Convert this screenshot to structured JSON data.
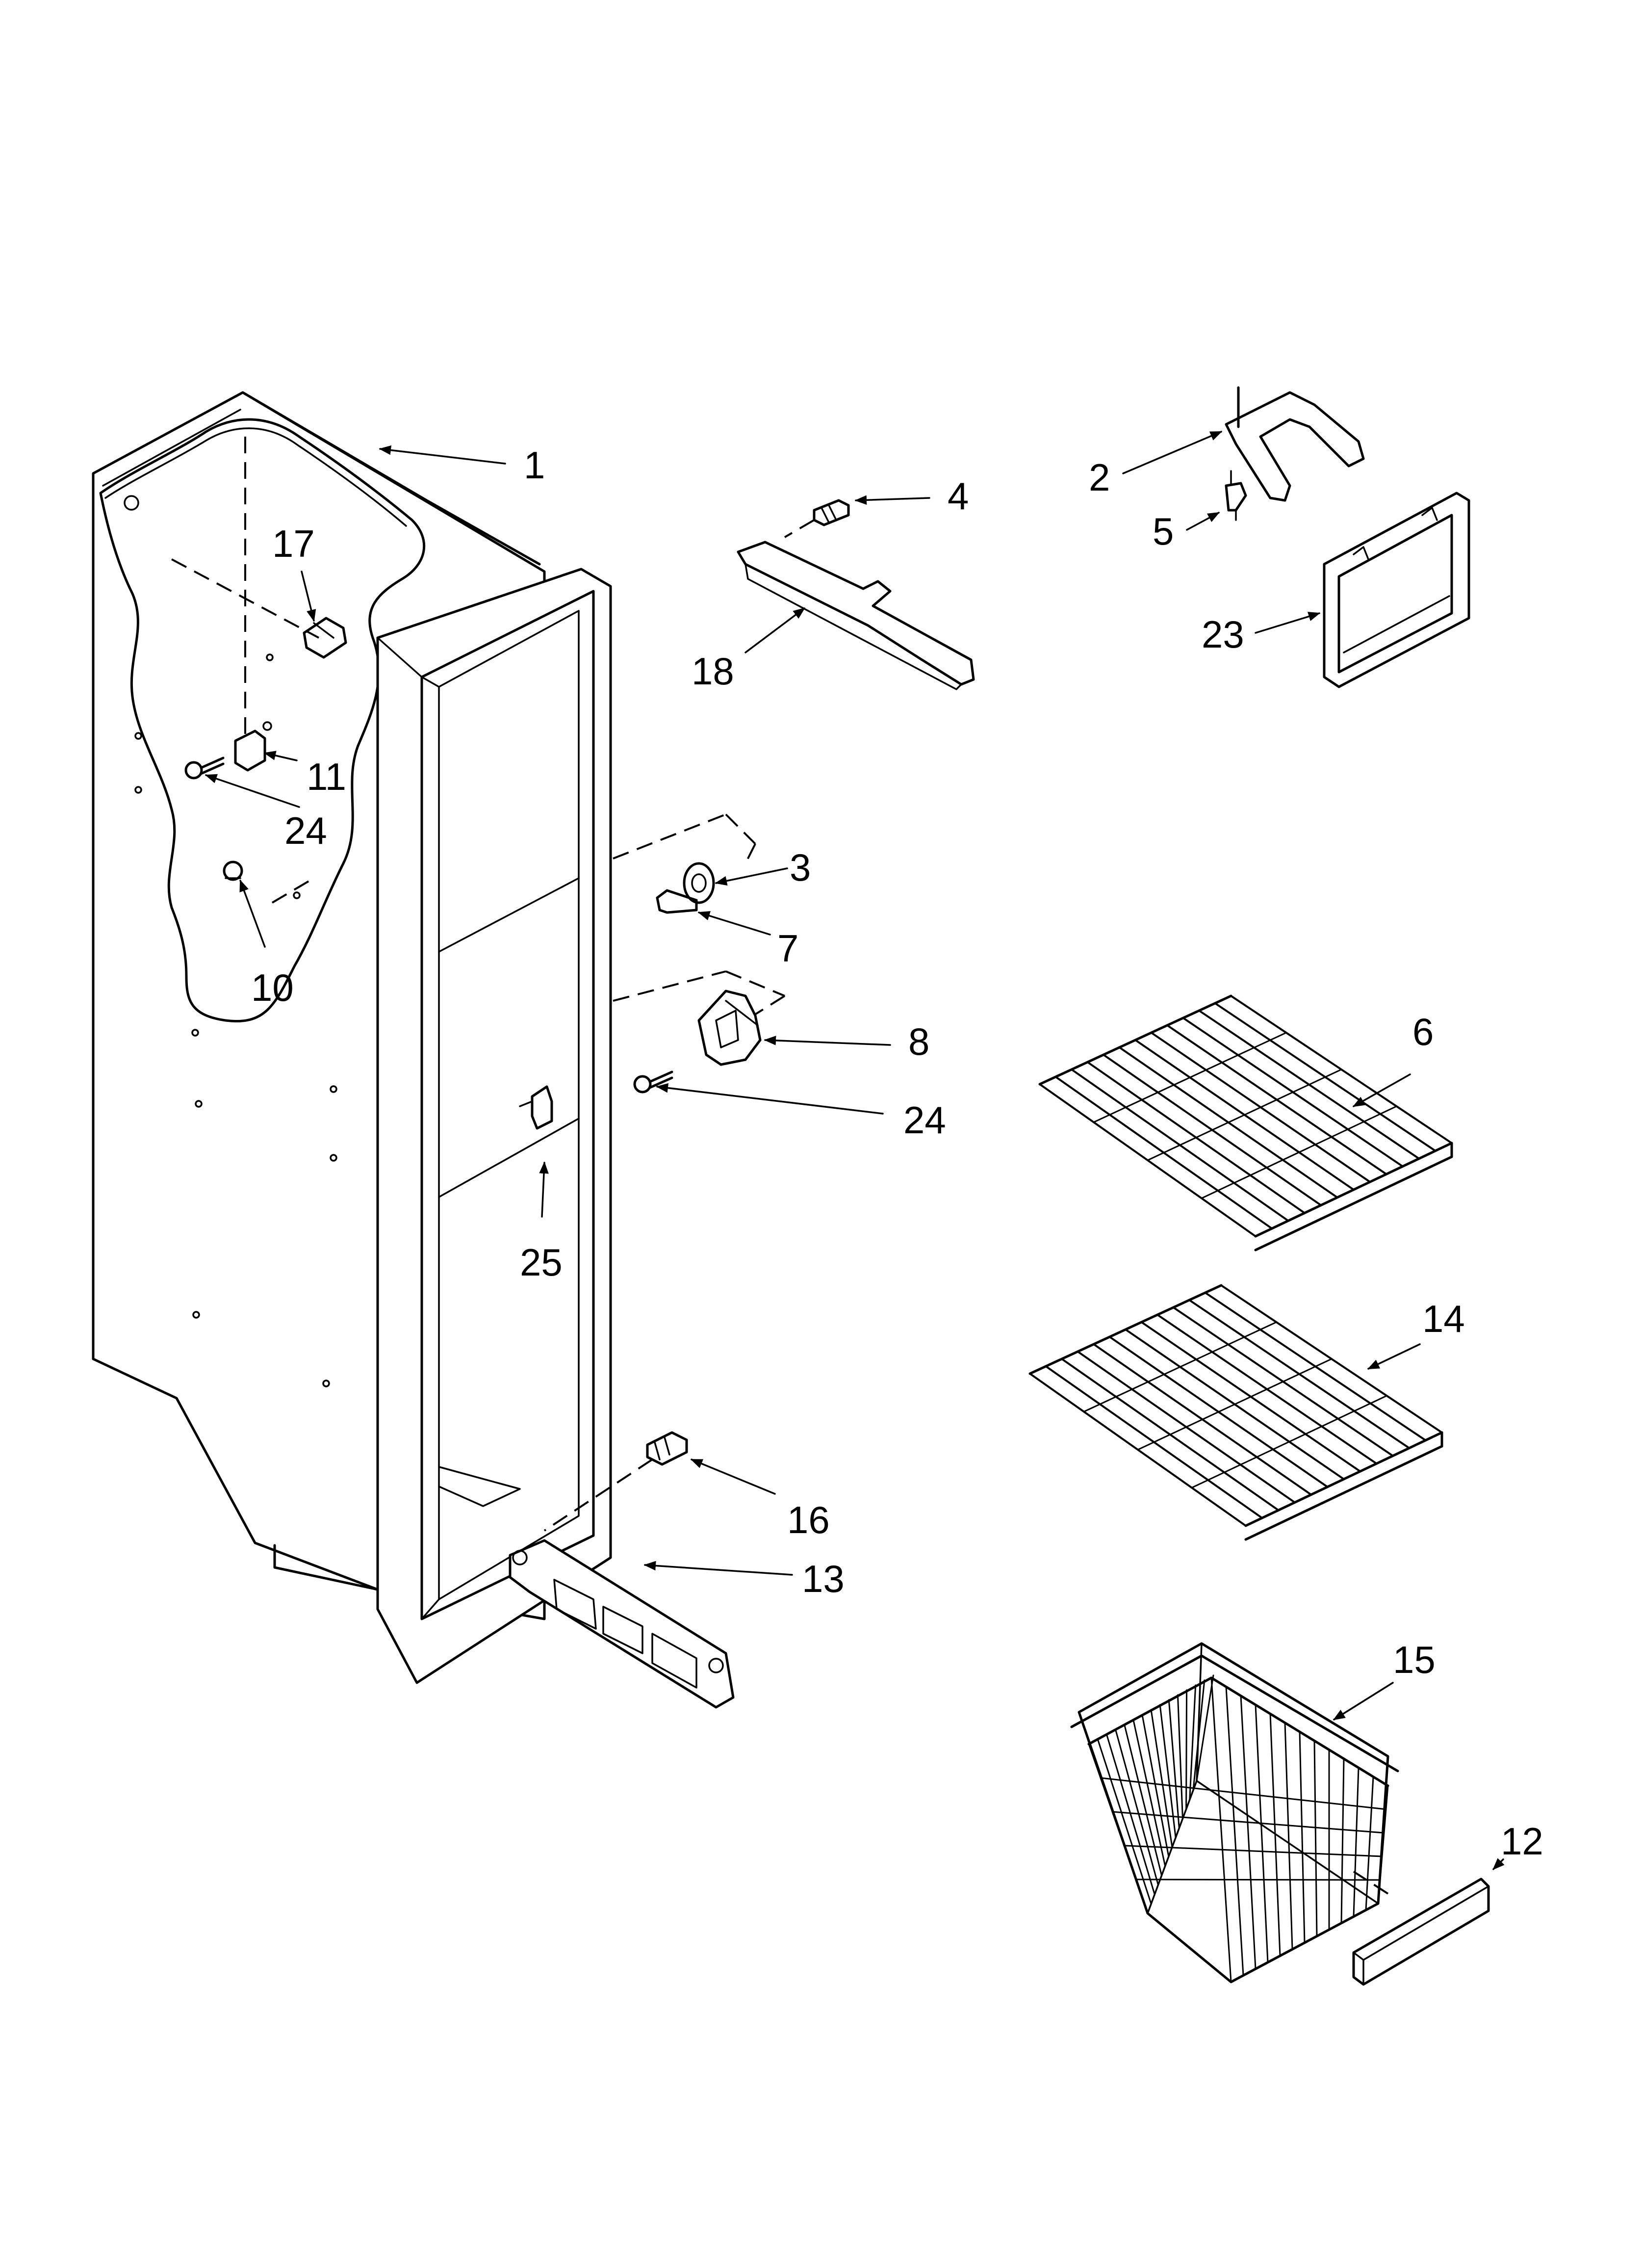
{
  "callouts": [
    {
      "id": "c1",
      "label": "1"
    },
    {
      "id": "c2",
      "label": "2"
    },
    {
      "id": "c3",
      "label": "3"
    },
    {
      "id": "c4",
      "label": "4"
    },
    {
      "id": "c5",
      "label": "5"
    },
    {
      "id": "c6",
      "label": "6"
    },
    {
      "id": "c7",
      "label": "7"
    },
    {
      "id": "c8",
      "label": "8"
    },
    {
      "id": "c10",
      "label": "10"
    },
    {
      "id": "c11",
      "label": "11"
    },
    {
      "id": "c12",
      "label": "12"
    },
    {
      "id": "c13",
      "label": "13"
    },
    {
      "id": "c14",
      "label": "14"
    },
    {
      "id": "c15",
      "label": "15"
    },
    {
      "id": "c16",
      "label": "16"
    },
    {
      "id": "c17",
      "label": "17"
    },
    {
      "id": "c18",
      "label": "18"
    },
    {
      "id": "c23",
      "label": "23"
    },
    {
      "id": "c24a",
      "label": "24"
    },
    {
      "id": "c24b",
      "label": "24"
    },
    {
      "id": "c25",
      "label": "25"
    }
  ]
}
